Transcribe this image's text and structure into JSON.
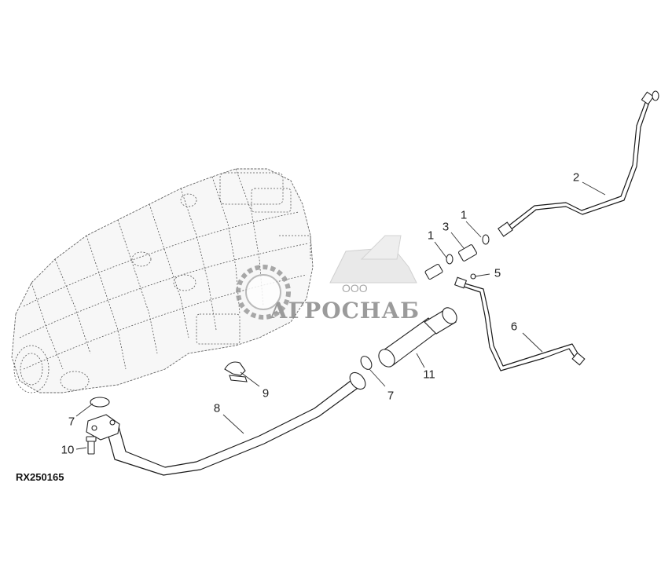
{
  "drawing": {
    "reference_code": "RX250165",
    "callouts": [
      {
        "id": "c1a",
        "label": "1"
      },
      {
        "id": "c1b",
        "label": "1"
      },
      {
        "id": "c2",
        "label": "2"
      },
      {
        "id": "c3",
        "label": "3"
      },
      {
        "id": "c5",
        "label": "5"
      },
      {
        "id": "c6",
        "label": "6"
      },
      {
        "id": "c7a",
        "label": "7"
      },
      {
        "id": "c7b",
        "label": "7"
      },
      {
        "id": "c8",
        "label": "8"
      },
      {
        "id": "c9",
        "label": "9"
      },
      {
        "id": "c10",
        "label": "10"
      },
      {
        "id": "c11",
        "label": "11"
      }
    ]
  },
  "watermark": {
    "prefix": "ООО",
    "brand": "АГРОСНАБ",
    "color": "#8a8a8a"
  }
}
